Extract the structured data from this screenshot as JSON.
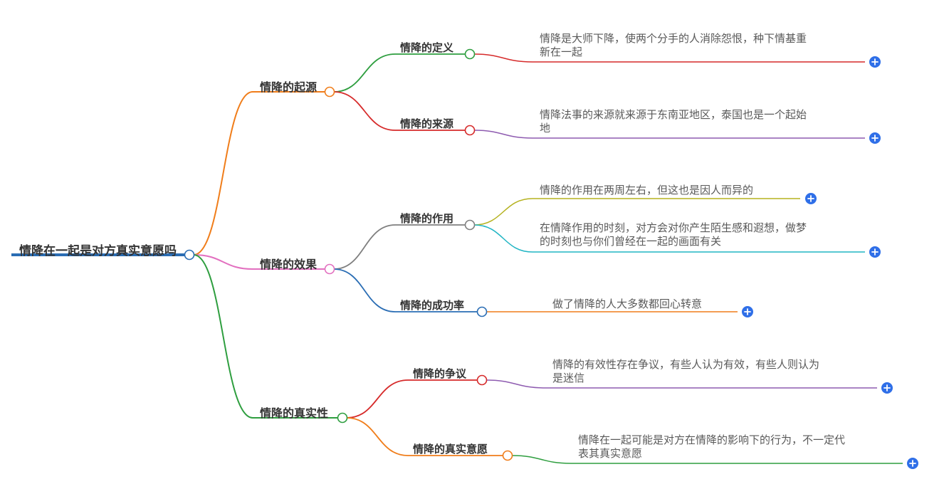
{
  "root": {
    "label": "情降在一起是对方真实意愿吗",
    "color": "#2a6db4"
  },
  "branches": [
    {
      "label": "情降的起源",
      "color": "#f07d1a",
      "children": [
        {
          "label": "情降的定义",
          "color": "#2e9e3f",
          "leaves": [
            {
              "text": "情降是大师下降，使两个分手的人消除怨恨，种下情基重\n新在一起",
              "color": "#d62a2a"
            }
          ]
        },
        {
          "label": "情降的来源",
          "color": "#d62a2a",
          "leaves": [
            {
              "text": "情降法事的来源就来源于东南亚地区，泰国也是一个起始\n地",
              "color": "#8e5bb0"
            }
          ]
        }
      ]
    },
    {
      "label": "情降的效果",
      "color": "#e26fbf",
      "children": [
        {
          "label": "情降的作用",
          "color": "#7f7f7f",
          "leaves": [
            {
              "text": "情降的作用在两周左右，但这也是因人而异的",
              "color": "#b5b21f"
            },
            {
              "text": "在情降作用的时刻，对方会对你产生陌生感和遐想，做梦\n的时刻也与你们曾经在一起的画面有关",
              "color": "#21b5c4"
            }
          ]
        },
        {
          "label": "情降的成功率",
          "color": "#2a6db4",
          "leaves": [
            {
              "text": "做了情降的人大多数都回心转意",
              "color": "#f07d1a"
            }
          ]
        }
      ]
    },
    {
      "label": "情降的真实性",
      "color": "#2e9e3f",
      "children": [
        {
          "label": "情降的争议",
          "color": "#d62a2a",
          "leaves": [
            {
              "text": "情降的有效性存在争议，有些人认为有效，有些人则认为\n是迷信",
              "color": "#8e5bb0"
            }
          ]
        },
        {
          "label": "情降的真实意愿",
          "color": "#f07d1a",
          "leaves": [
            {
              "text": "情降在一起可能是对方在情降的影响下的行为，不一定代\n表其真实意愿",
              "color": "#2e9e3f"
            }
          ]
        }
      ]
    }
  ],
  "expand_icon": "plus-circle-icon",
  "plus_color": "#2f6fe8"
}
